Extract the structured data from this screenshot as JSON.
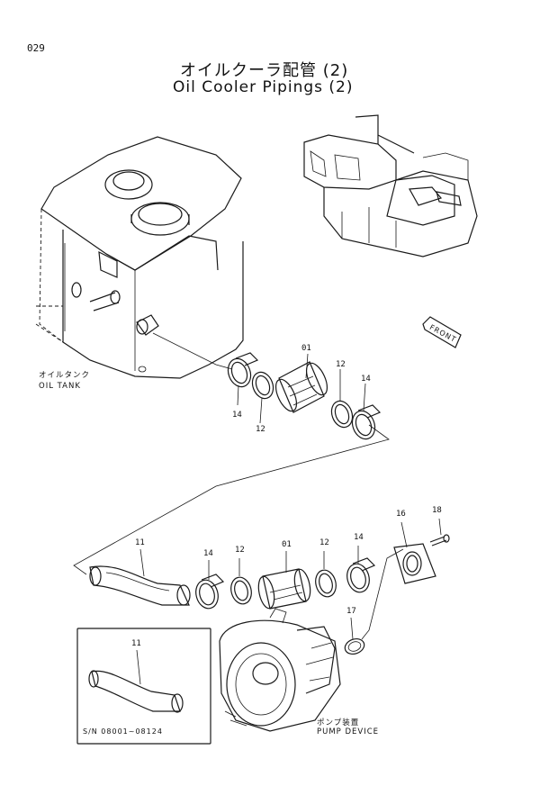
{
  "page_number": "029",
  "title_jp": "オイルクーラ配管 (2)",
  "title_en": "Oil Cooler Pipings (2)",
  "labels": {
    "oil_tank_jp": "オイルタンク",
    "oil_tank_en": "OIL TANK",
    "front": "FRONT",
    "pump_jp": "ポンプ装置",
    "pump_en": "PUMP DEVICE",
    "serial_range": "S/N 08001~08124"
  },
  "callouts": {
    "upper_01": "01",
    "upper_12_right": "12",
    "upper_14_right": "14",
    "upper_14_left": "14",
    "upper_12_left": "12",
    "lower_11": "11",
    "lower_14_left": "14",
    "lower_12_left": "12",
    "lower_01": "01",
    "lower_12_right": "12",
    "lower_14_right": "14",
    "lower_16": "16",
    "lower_18": "18",
    "lower_17": "17",
    "inset_11": "11"
  }
}
